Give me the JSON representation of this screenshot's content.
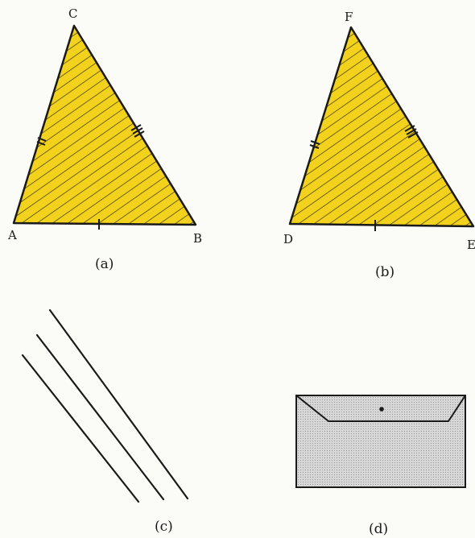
{
  "figure_a": {
    "caption": "(a)",
    "vertices": {
      "top": "C",
      "left": "A",
      "right": "B"
    }
  },
  "figure_b": {
    "caption": "(b)",
    "vertices": {
      "top": "F",
      "left": "D",
      "right": "E"
    }
  },
  "figure_c": {
    "caption": "(c)"
  },
  "figure_d": {
    "caption": "(d)"
  },
  "colors": {
    "triangle_fill": "#f2d21c",
    "hatch": "#3a3200",
    "outline": "#1a1a1a",
    "envelope_fill": "#d6d6d6"
  }
}
